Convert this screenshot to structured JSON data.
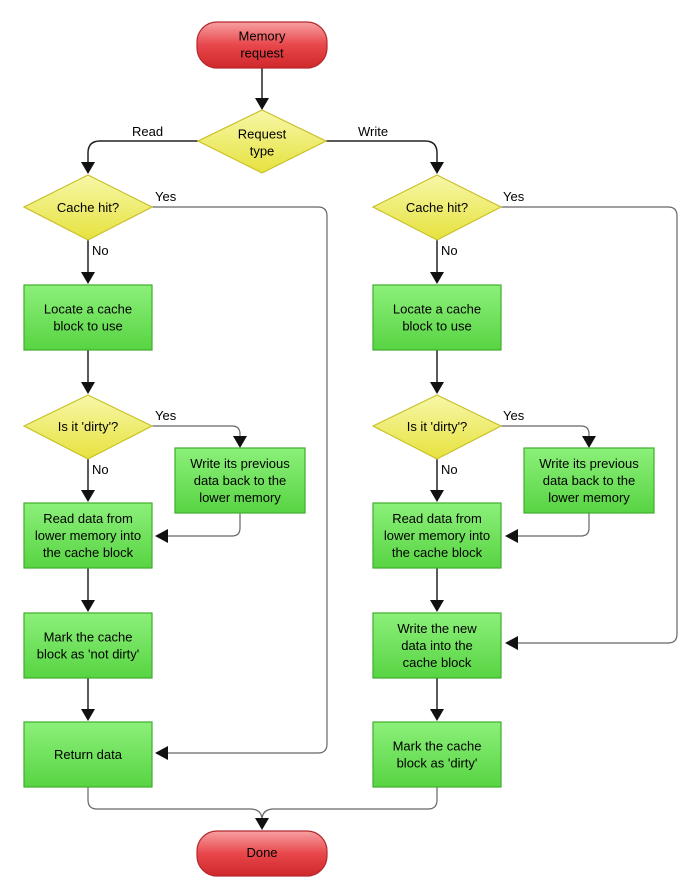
{
  "colors": {
    "terminal_fill": "#e8474b",
    "terminal_stroke": "#b22a2d",
    "decision_fill": "#ecec54",
    "decision_stroke": "#c8c02a",
    "process_fill": "#6fe05a",
    "process_stroke": "#3fae2c",
    "edge": "#222222"
  },
  "nodes": {
    "start": {
      "lines": [
        "Memory",
        "request"
      ]
    },
    "request_type": {
      "lines": [
        "Request",
        "type"
      ]
    },
    "done": {
      "lines": [
        "Done"
      ]
    },
    "read_cache_hit": {
      "lines": [
        "Cache hit?"
      ]
    },
    "read_locate": {
      "lines": [
        "Locate a cache",
        "block to use"
      ]
    },
    "read_dirty": {
      "lines": [
        "Is it 'dirty'?"
      ]
    },
    "read_writeback": {
      "lines": [
        "Write its previous",
        "data back to the",
        "lower memory"
      ]
    },
    "read_read_data": {
      "lines": [
        "Read data from",
        "lower memory into",
        "the cache block"
      ]
    },
    "read_mark_not_dirty": {
      "lines": [
        "Mark the cache",
        "block as 'not dirty'"
      ]
    },
    "read_return": {
      "lines": [
        "Return data"
      ]
    },
    "write_cache_hit": {
      "lines": [
        "Cache hit?"
      ]
    },
    "write_locate": {
      "lines": [
        "Locate a cache",
        "block to use"
      ]
    },
    "write_dirty": {
      "lines": [
        "Is it 'dirty'?"
      ]
    },
    "write_writeback": {
      "lines": [
        "Write its previous",
        "data back to the",
        "lower memory"
      ]
    },
    "write_read_data": {
      "lines": [
        "Read data from",
        "lower memory into",
        "the cache block"
      ]
    },
    "write_new_data": {
      "lines": [
        "Write the new",
        "data into the",
        "cache block"
      ]
    },
    "write_mark_dirty": {
      "lines": [
        "Mark the cache",
        "block as 'dirty'"
      ]
    }
  },
  "edge_labels": {
    "read": "Read",
    "write": "Write",
    "read_hit_yes": "Yes",
    "read_hit_no": "No",
    "read_dirty_yes": "Yes",
    "read_dirty_no": "No",
    "write_hit_yes": "Yes",
    "write_hit_no": "No",
    "write_dirty_yes": "Yes",
    "write_dirty_no": "No"
  }
}
